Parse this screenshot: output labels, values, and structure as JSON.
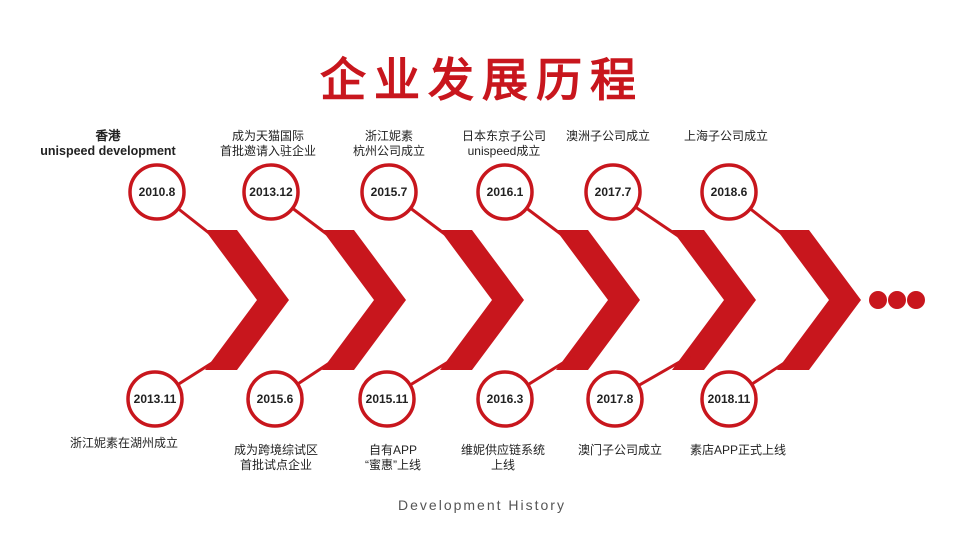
{
  "title": "企业发展历程",
  "subtitle": "Development History",
  "colors": {
    "accent": "#c8161d"
  },
  "milestones_top": [
    {
      "date": "2010.8",
      "label": "香港\nunispeed development"
    },
    {
      "date": "2013.12",
      "label": "成为天猫国际\n首批邀请入驻企业"
    },
    {
      "date": "2015.7",
      "label": "浙江妮素\n杭州公司成立"
    },
    {
      "date": "2016.1",
      "label": "日本东京子公司\nunispeed成立"
    },
    {
      "date": "2017.7",
      "label": "澳洲子公司成立"
    },
    {
      "date": "2018.6",
      "label": "上海子公司成立"
    }
  ],
  "milestones_bottom": [
    {
      "date": "2013.11",
      "label": "浙江妮素在湖州成立"
    },
    {
      "date": "2015.6",
      "label": "成为跨境综试区\n首批试点企业"
    },
    {
      "date": "2015.11",
      "label": "自有APP\n“蜜惠”上线"
    },
    {
      "date": "2016.3",
      "label": "维妮供应链系统\n上线"
    },
    {
      "date": "2017.8",
      "label": "澳门子公司成立"
    },
    {
      "date": "2018.11",
      "label": "素店APP正式上线"
    }
  ]
}
